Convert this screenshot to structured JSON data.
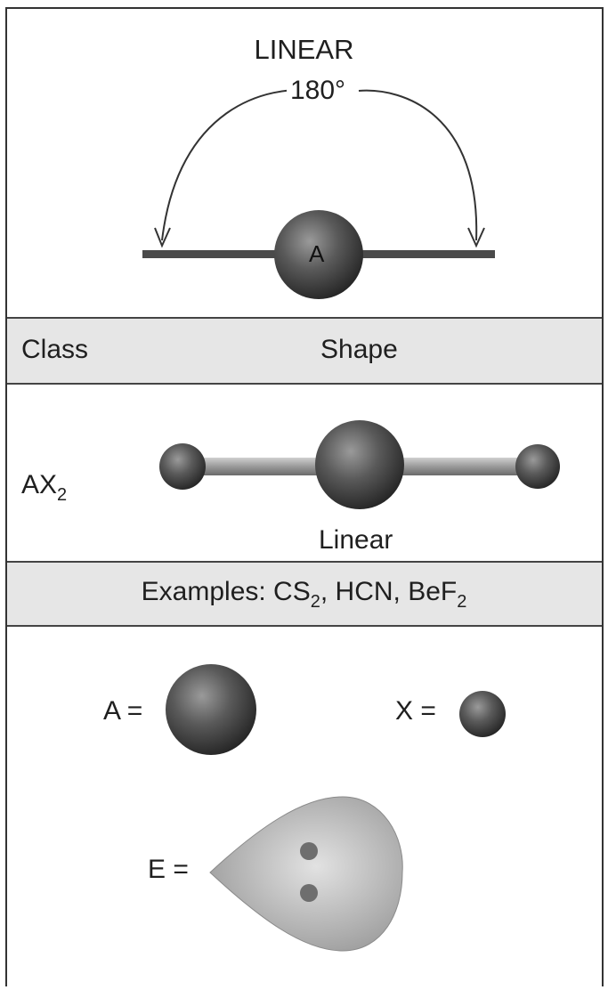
{
  "diagram": {
    "title": "LINEAR",
    "angle": "180°",
    "central_atom_label": "A",
    "table": {
      "header_class": "Class",
      "header_shape": "Shape",
      "class": "AX",
      "class_subscript": "2",
      "shape_name": "Linear",
      "examples": [
        {
          "text": "Examples: CS",
          "sub": "2"
        },
        {
          "text": ", HCN, BeF",
          "sub": "2"
        }
      ]
    },
    "legend": {
      "a_label": "A =",
      "x_label": "X =",
      "e_label": "E ="
    }
  },
  "colors": {
    "atom": "#4a4a4a",
    "bond": "#9a9a9a",
    "band": "#e6e6e6",
    "lone_pair": "#bdbdbd"
  }
}
